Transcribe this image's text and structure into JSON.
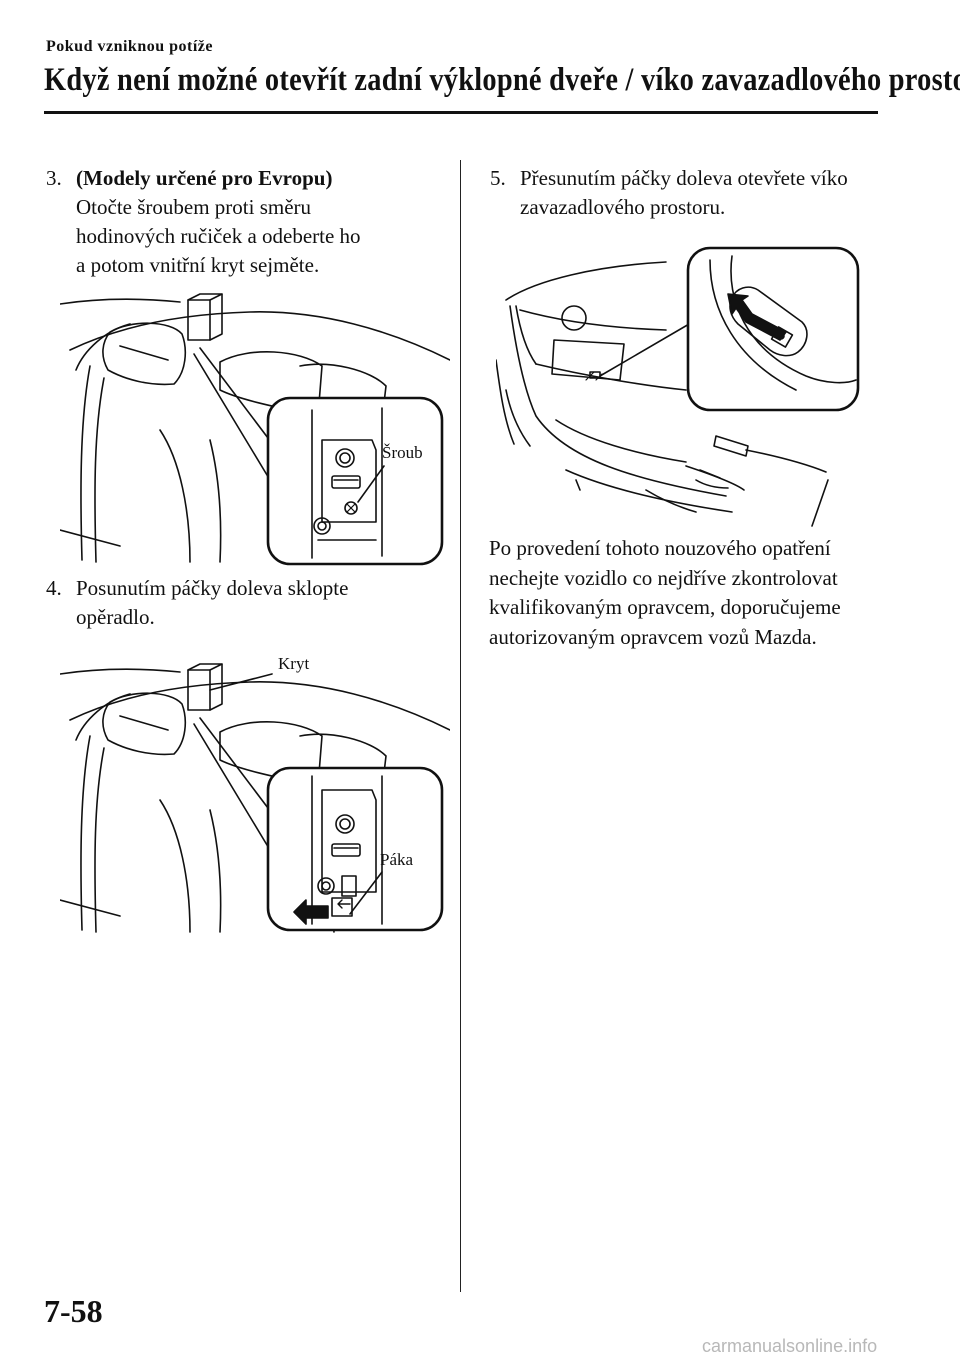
{
  "header": {
    "section": "Pokud vzniknou potíže",
    "title": "Když není možné otevřít zadní výklopné dveře / víko zavazadlového prostoru"
  },
  "steps": [
    {
      "number": "3.",
      "heading": "(Modely určené pro Evropu)",
      "lines": [
        "Otočte šroubem proti směru",
        "hodinových ručiček a odeberte ho",
        "a potom vnitřní kryt sejměte."
      ]
    },
    {
      "number": "4.",
      "lines": [
        "Posunutím páčky doleva sklopte",
        "opěradlo."
      ]
    },
    {
      "number": "5.",
      "lines": [
        "Přesunutím páčky doleva otevřete víko",
        "zavazadlového prostoru."
      ]
    }
  ],
  "figures": {
    "fig1_label": "Šroub",
    "fig2_label_cover": "Kryt",
    "fig2_label_lever": "Páka"
  },
  "closing_paragraph": [
    "Po provedení tohoto nouzového opatření",
    "nechejte vozidlo co nejdříve zkontrolovat",
    "kvalifikovaným opravcem, doporučujeme",
    "autorizovaným opravcem vozů Mazda."
  ],
  "footer": {
    "page_number": "7-58",
    "watermark": "carmanualsonline.info"
  }
}
